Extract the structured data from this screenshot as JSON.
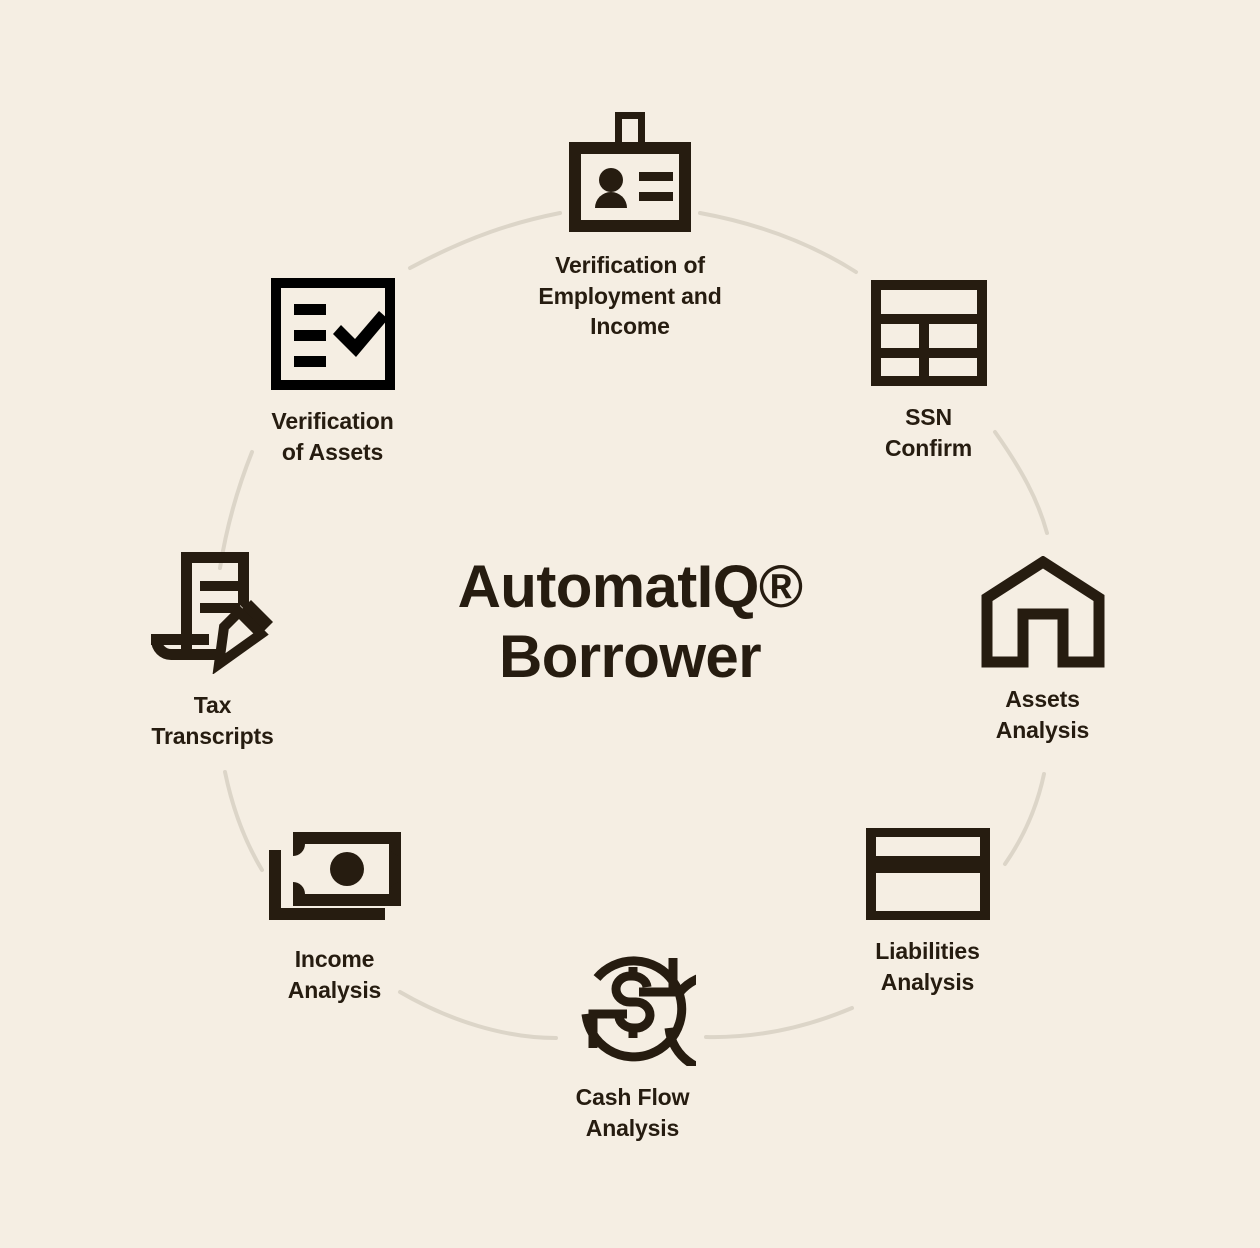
{
  "diagram": {
    "type": "cycle",
    "center_title_line1": "AutomatIQ®",
    "center_title_line2": "Borrower",
    "center_title": "AutomatIQ® Borrower",
    "background_color": "#F5EEE3",
    "ink_color": "#261C10",
    "arc_color": "#DCD5C8",
    "node_count": 8,
    "nodes": [
      {
        "id": "verification-of-employment-and-income",
        "label": "Verification of\nEmployment and\nIncome",
        "icon": "id-badge-icon",
        "position": "top",
        "angle_deg": 0
      },
      {
        "id": "ssn-confirm",
        "label": "SSN\nConfirm",
        "icon": "table-grid-icon",
        "position": "top-right",
        "angle_deg": 45
      },
      {
        "id": "assets-analysis",
        "label": "Assets\nAnalysis",
        "icon": "house-icon",
        "position": "right",
        "angle_deg": 90
      },
      {
        "id": "liabilities-analysis",
        "label": "Liabilities\nAnalysis",
        "icon": "credit-card-icon",
        "position": "bottom-right",
        "angle_deg": 135
      },
      {
        "id": "cash-flow-analysis",
        "label": "Cash Flow\nAnalysis",
        "icon": "dollar-refresh-icon",
        "position": "bottom",
        "angle_deg": 180
      },
      {
        "id": "income-analysis",
        "label": "Income\nAnalysis",
        "icon": "banknotes-icon",
        "position": "bottom-left",
        "angle_deg": 225
      },
      {
        "id": "tax-transcripts",
        "label": "Tax\nTranscripts",
        "icon": "document-pencil-icon",
        "position": "left",
        "angle_deg": 270
      },
      {
        "id": "verification-of-assets",
        "label": "Verification\nof Assets",
        "icon": "checklist-icon",
        "position": "top-left",
        "angle_deg": 315
      }
    ]
  }
}
